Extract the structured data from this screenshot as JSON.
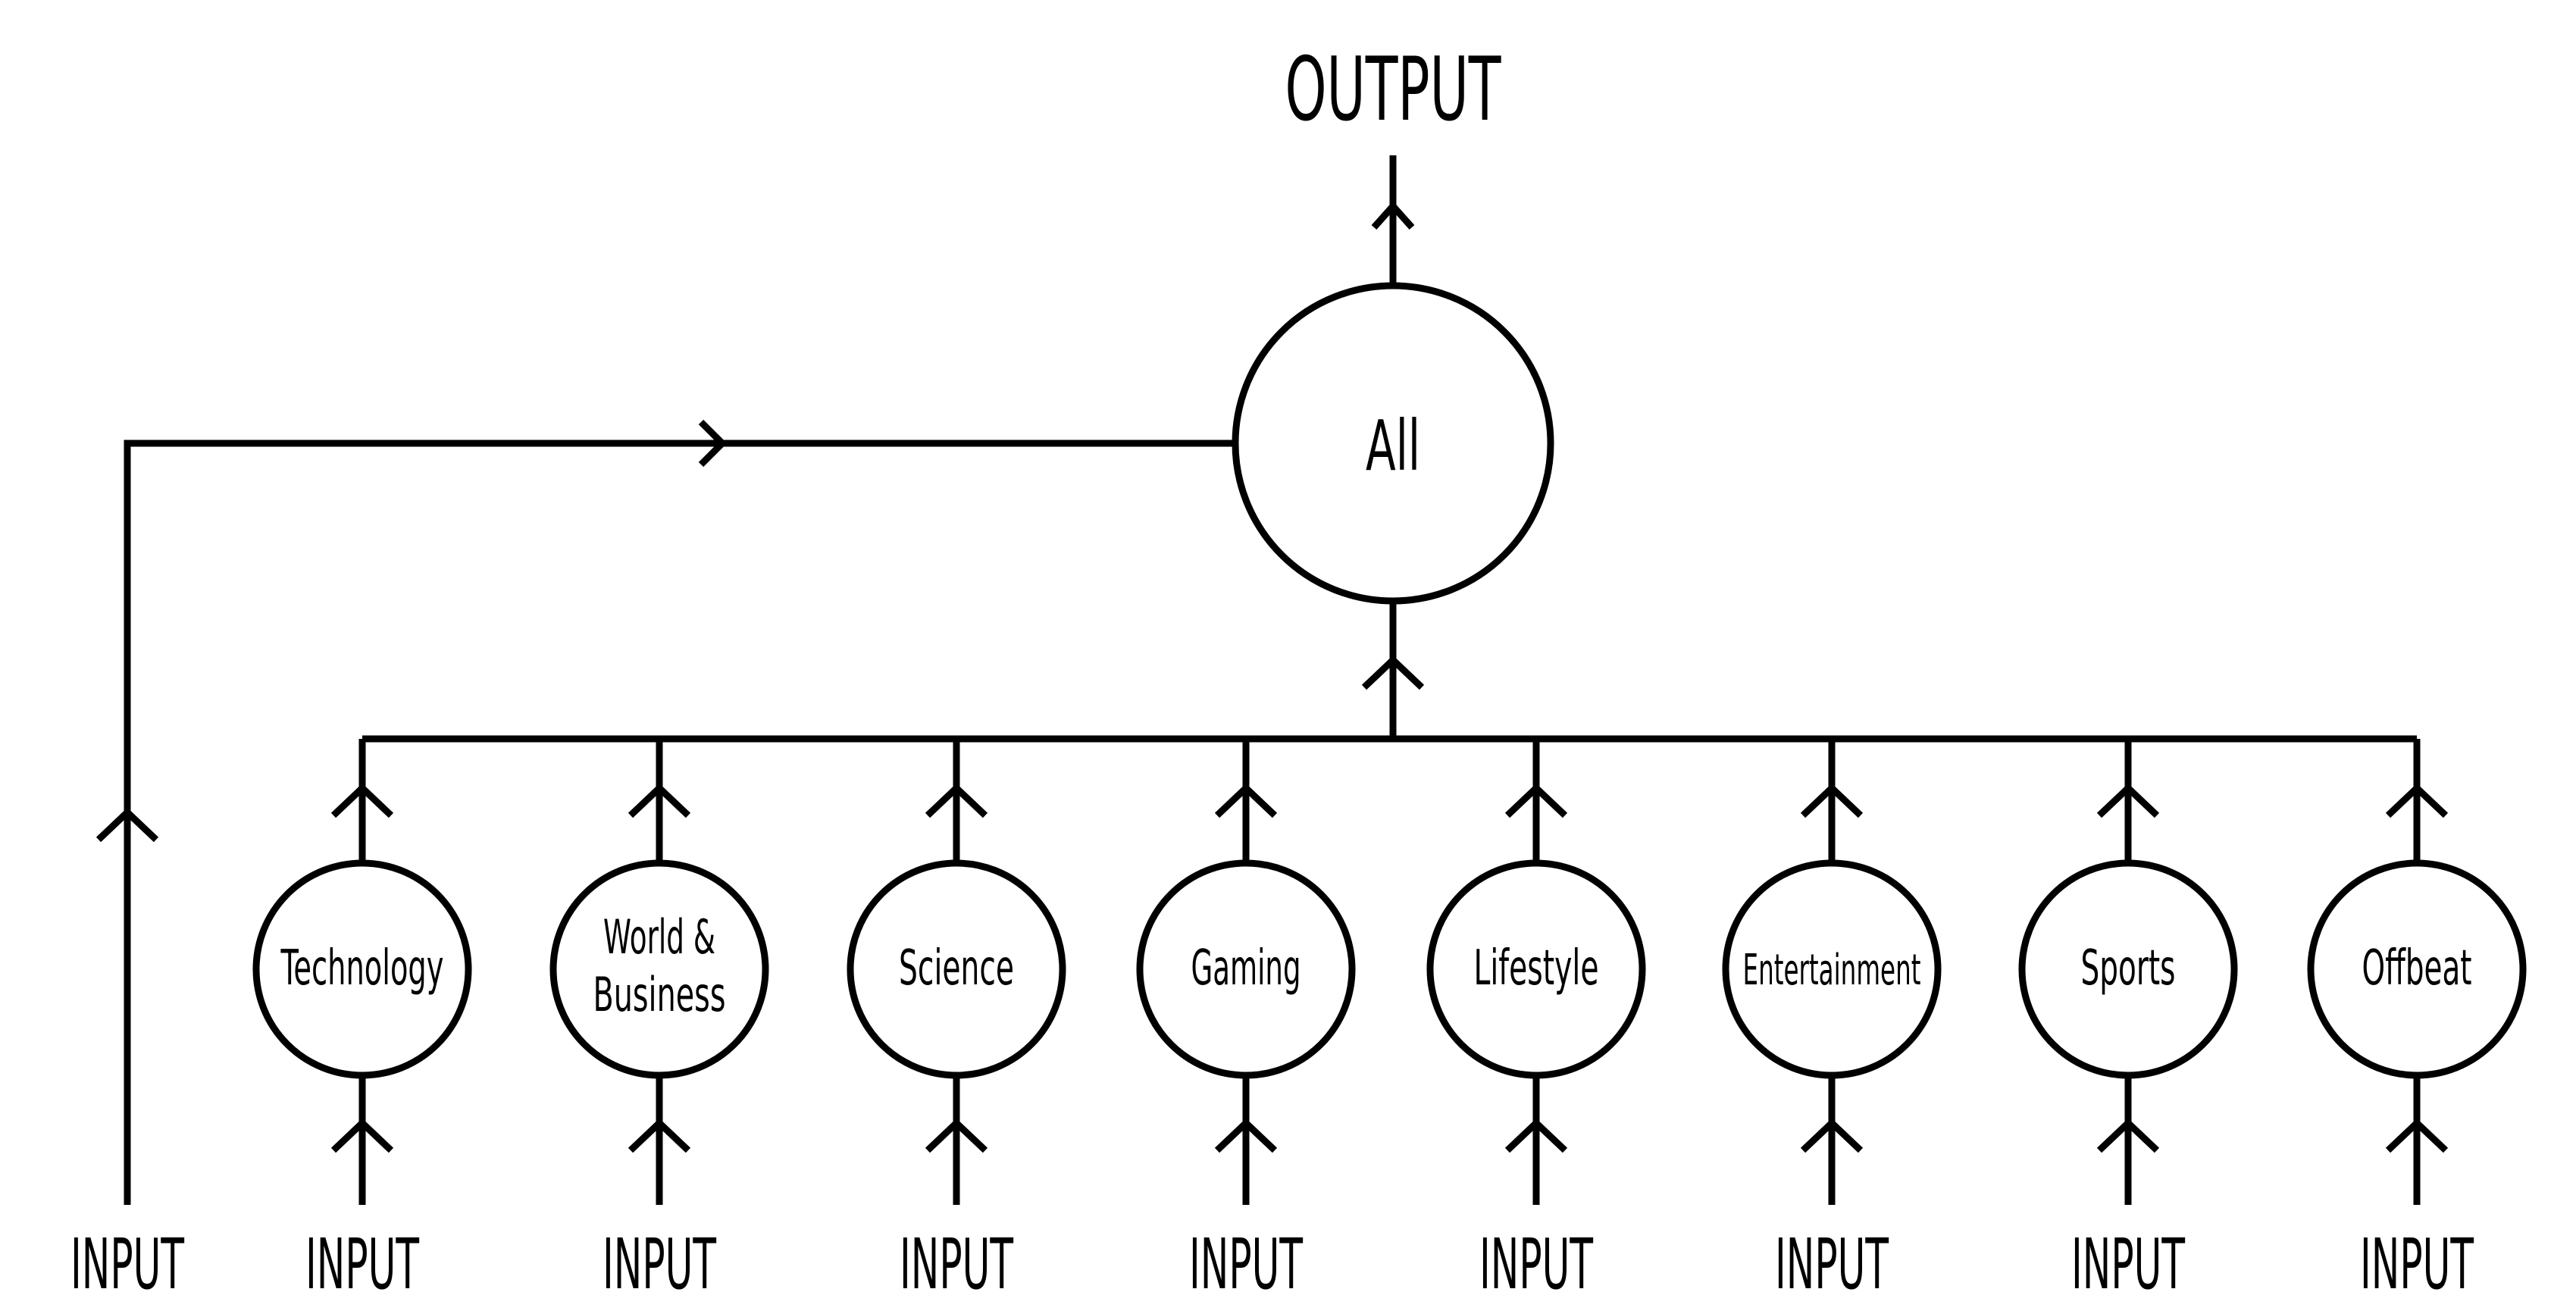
{
  "output_label": "OUTPUT",
  "root_node": {
    "label": "All"
  },
  "bypass_input_label": "INPUT",
  "category_nodes": [
    {
      "id": "technology",
      "lines": [
        "Technology"
      ],
      "input_label": "INPUT"
    },
    {
      "id": "world-business",
      "lines": [
        "World &",
        "Business"
      ],
      "input_label": "INPUT"
    },
    {
      "id": "science",
      "lines": [
        "Science"
      ],
      "input_label": "INPUT"
    },
    {
      "id": "gaming",
      "lines": [
        "Gaming"
      ],
      "input_label": "INPUT"
    },
    {
      "id": "lifestyle",
      "lines": [
        "Lifestyle"
      ],
      "input_label": "INPUT"
    },
    {
      "id": "entertainment",
      "lines": [
        "Entertainment"
      ],
      "input_label": "INPUT"
    },
    {
      "id": "sports",
      "lines": [
        "Sports"
      ],
      "input_label": "INPUT"
    },
    {
      "id": "offbeat",
      "lines": [
        "Offbeat"
      ],
      "input_label": "INPUT"
    }
  ],
  "colors": {
    "stroke": "#000000",
    "background": "#ffffff"
  }
}
